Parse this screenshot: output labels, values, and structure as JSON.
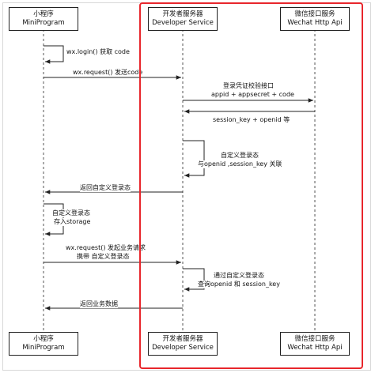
{
  "participants": [
    {
      "id": "mini",
      "name_cn": "小程序",
      "name_en": "MiniProgram"
    },
    {
      "id": "dev",
      "name_cn": "开发者服务器",
      "name_en": "Developer Service"
    },
    {
      "id": "wx",
      "name_cn": "微信接口服务",
      "name_en": "Wechat Http Api"
    }
  ],
  "messages": {
    "m1": "wx.login() 获取 code",
    "m2": "wx.request() 发送code",
    "m3a": "登录凭证校验接口",
    "m3b": "appid + appsecret + code",
    "m4": "session_key + openid 等",
    "m5a": "自定义登录态",
    "m5b": "与openid ,session_key 关联",
    "m6": "返回自定义登录态",
    "m7a": "自定义登录态",
    "m7b": "存入storage",
    "m8a": "wx.request() 发起业务请求",
    "m8b": "携带 自定义登录态",
    "m9a": "通过自定义登录态",
    "m9b": "查询openid 和 session_key",
    "m10": "返回业务数据"
  },
  "colors": {
    "highlight": "#e8262c",
    "line": "#222222",
    "lifeline": "#555555"
  }
}
